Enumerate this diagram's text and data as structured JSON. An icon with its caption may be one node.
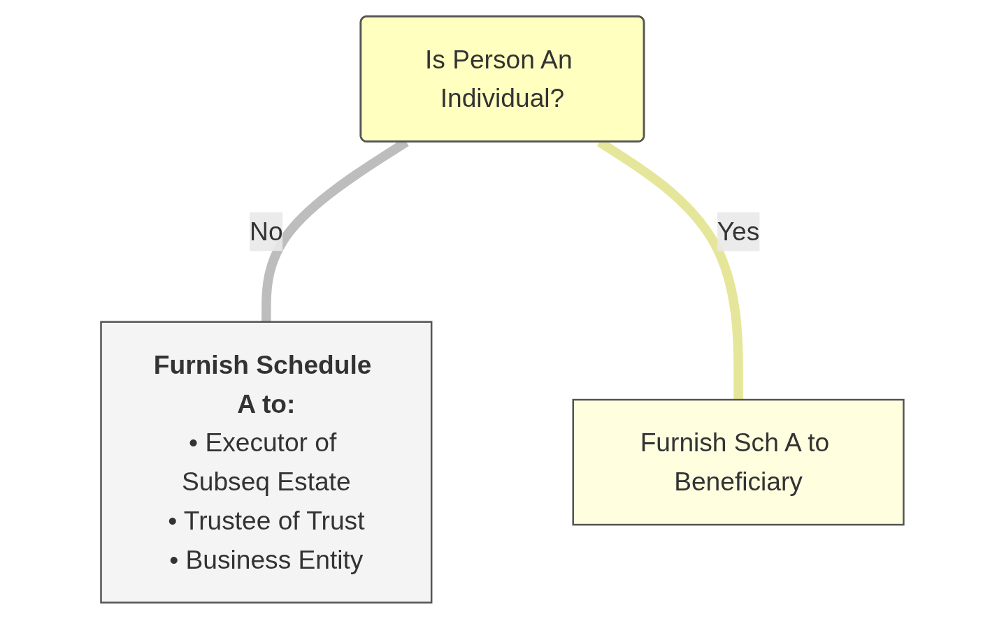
{
  "diagram": {
    "nodes": [
      {
        "text": [
          "Is Person An Individual?"
        ]
      },
      {
        "text": [
          "Furnish Schedule A to:",
          "• Executor of Subseq Estate",
          "• Trustee of Trust",
          "• Business Entity"
        ]
      },
      {
        "text": [
          "Furnish Sch A to Beneficiary"
        ]
      }
    ],
    "edges": [
      {
        "from": 0,
        "to": 1,
        "arrow": "none",
        "label": "No",
        "color": "#bdbdbd"
      },
      {
        "from": 0,
        "to": 2,
        "arrow": "none",
        "label": "Yes",
        "color": "#e6e69a"
      }
    ]
  }
}
